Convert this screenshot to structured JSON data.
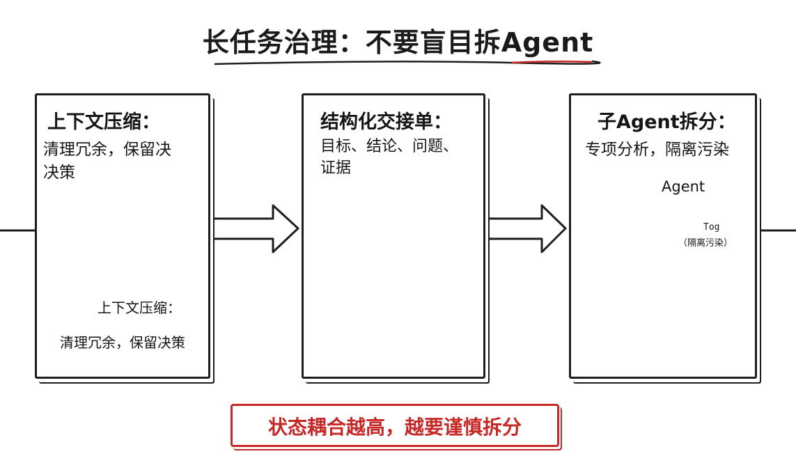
{
  "title": "长任务治理：不要盲目拆Agent",
  "panels": [
    {
      "title": "上下文压缩：",
      "subtitle_lines": [
        "清理冗余，保留决",
        "决策"
      ],
      "bottom_label_1": "上下文压缩：",
      "bottom_label_2": "清理冗余，保留决策",
      "icons": [
        "broom-icon",
        "cloud-icon",
        "document-icon",
        "stick-figure-icon",
        "thumbs-up-icon"
      ]
    },
    {
      "title": "结构化交接单：",
      "subtitle_lines": [
        "目标、结论、问题、",
        "证据"
      ],
      "icons": [
        "document-list-icon",
        "cross-arrows-icon",
        "checklist-icon",
        "checkmark-icon"
      ]
    },
    {
      "title": "子Agent拆分：",
      "subtitle_lines": [
        "专项分析，隔离污染"
      ],
      "bubble_label": "Agent",
      "tag_label": "Tog",
      "tag_sub": "（隔离污染）",
      "icons": [
        "stick-figure-icon",
        "speech-bubble-icon",
        "brick-wall-icon",
        "thumbs-up-icon"
      ]
    }
  ],
  "footer": "状态耦合越高，越要谨慎拆分",
  "colors": {
    "accent": "#c62828",
    "ink": "#1d1d1d"
  }
}
